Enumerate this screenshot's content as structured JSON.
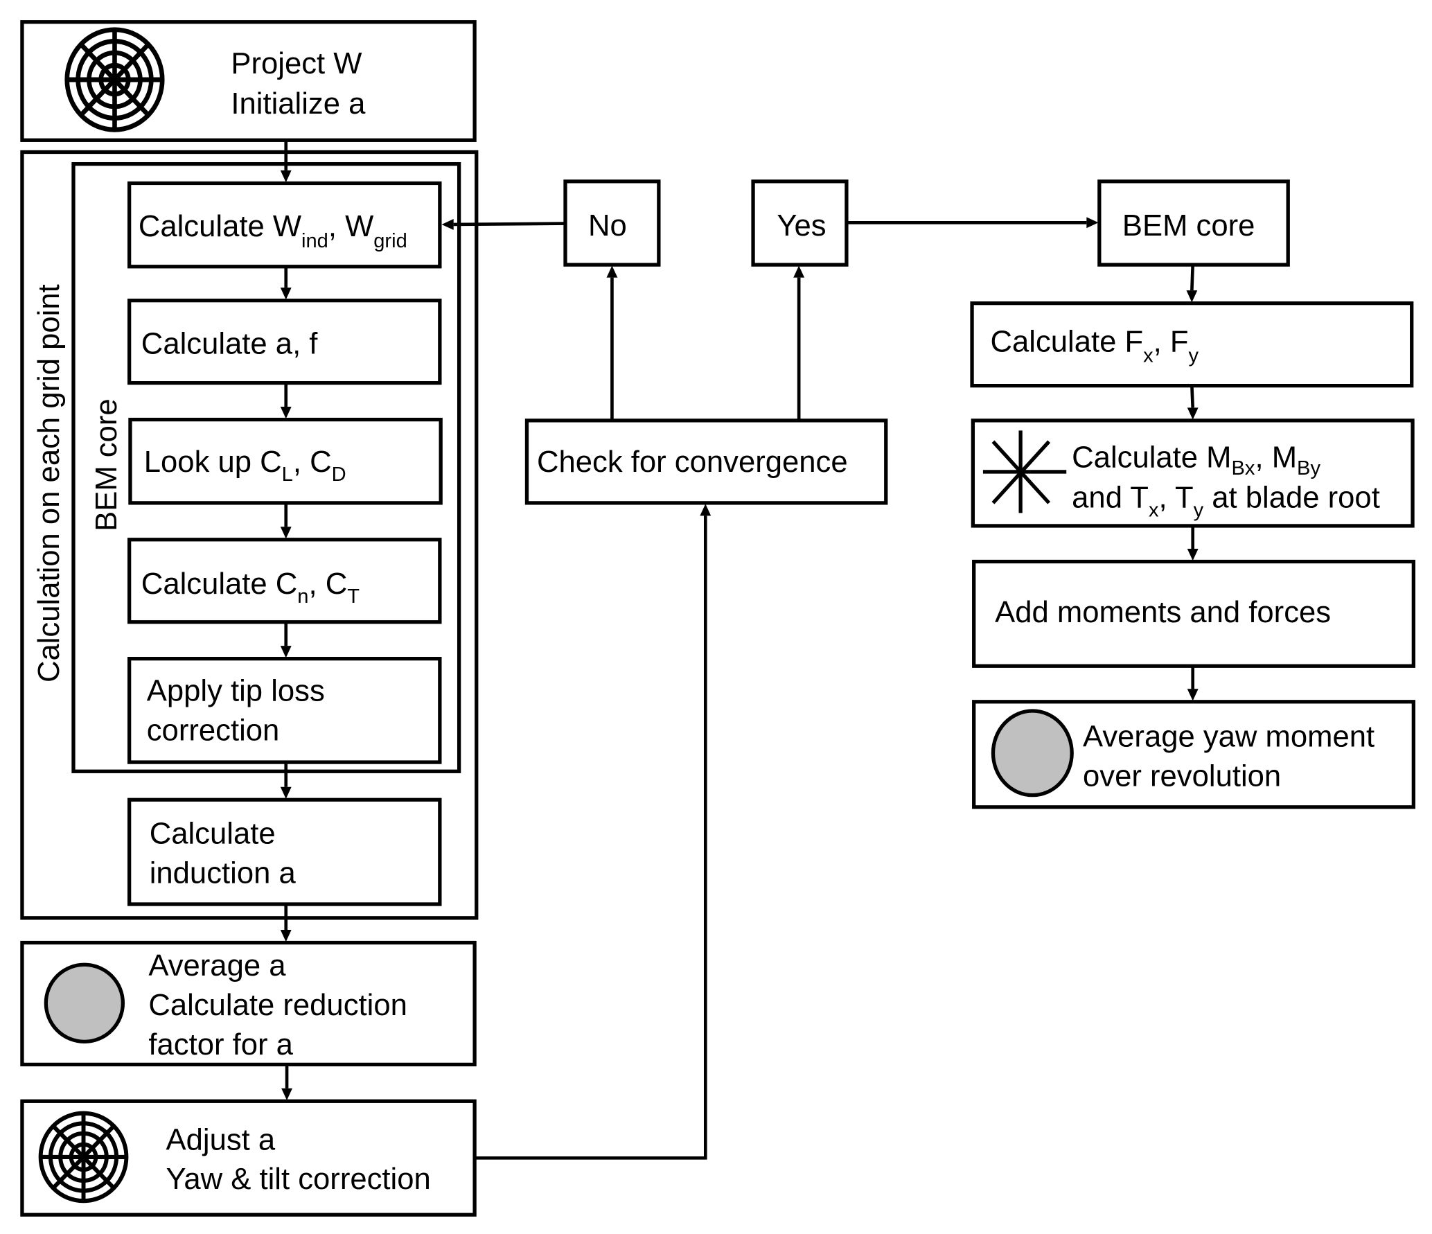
{
  "title": "BEM yaw moment calculation flowchart",
  "colors": {
    "stroke": "#000000",
    "background": "#ffffff",
    "circle_fill": "#c0c0c0"
  },
  "groups": {
    "grid_point": "Calculation on each grid point",
    "bem_core": "BEM core"
  },
  "nodes": {
    "project": {
      "line1": "Project W",
      "line2": "Initialize a",
      "icon": "rotor-grid-icon"
    },
    "calc_w": {
      "text": "Calculate W",
      "sub1": "ind",
      "sep": ", W",
      "sub2": "grid"
    },
    "calc_af": {
      "text": "Calculate a, f"
    },
    "lookup": {
      "text": "Look up C",
      "sub1": "L",
      "sep": ", C",
      "sub2": "D"
    },
    "calc_cn": {
      "text": "Calculate C",
      "sub1": "n",
      "sep": ", C",
      "sub2": "T"
    },
    "tip_loss": {
      "line1": "Apply tip loss",
      "line2": "correction"
    },
    "induction": {
      "line1": "Calculate",
      "line2": "induction a"
    },
    "average": {
      "line1": "Average a",
      "line2": "Calculate reduction",
      "line3": "factor for a",
      "icon": "gray-circle-icon"
    },
    "adjust": {
      "line1": "Adjust a",
      "line2": "Yaw & tilt correction",
      "icon": "rotor-grid-icon"
    },
    "convergence": {
      "text": "Check for convergence"
    },
    "no": {
      "text": "No"
    },
    "yes": {
      "text": "Yes"
    },
    "bem_core_right": {
      "text": "BEM core"
    },
    "calc_f": {
      "text": "Calculate F",
      "sub1": "x",
      "sep": ", F",
      "sub2": "y"
    },
    "calc_m": {
      "text": "Calculate M",
      "sub1": "Bx",
      "sep": ", M",
      "sub2": "By",
      "l2a": "and T",
      "l2s1": "x",
      "l2b": ", T",
      "l2s2": "y",
      "l2c": " at blade root",
      "icon": "asterisk-star-icon"
    },
    "add": {
      "text": "Add moments and forces"
    },
    "avg_yaw": {
      "line1": "Average yaw moment",
      "line2": "over revolution",
      "icon": "gray-circle-icon"
    }
  }
}
